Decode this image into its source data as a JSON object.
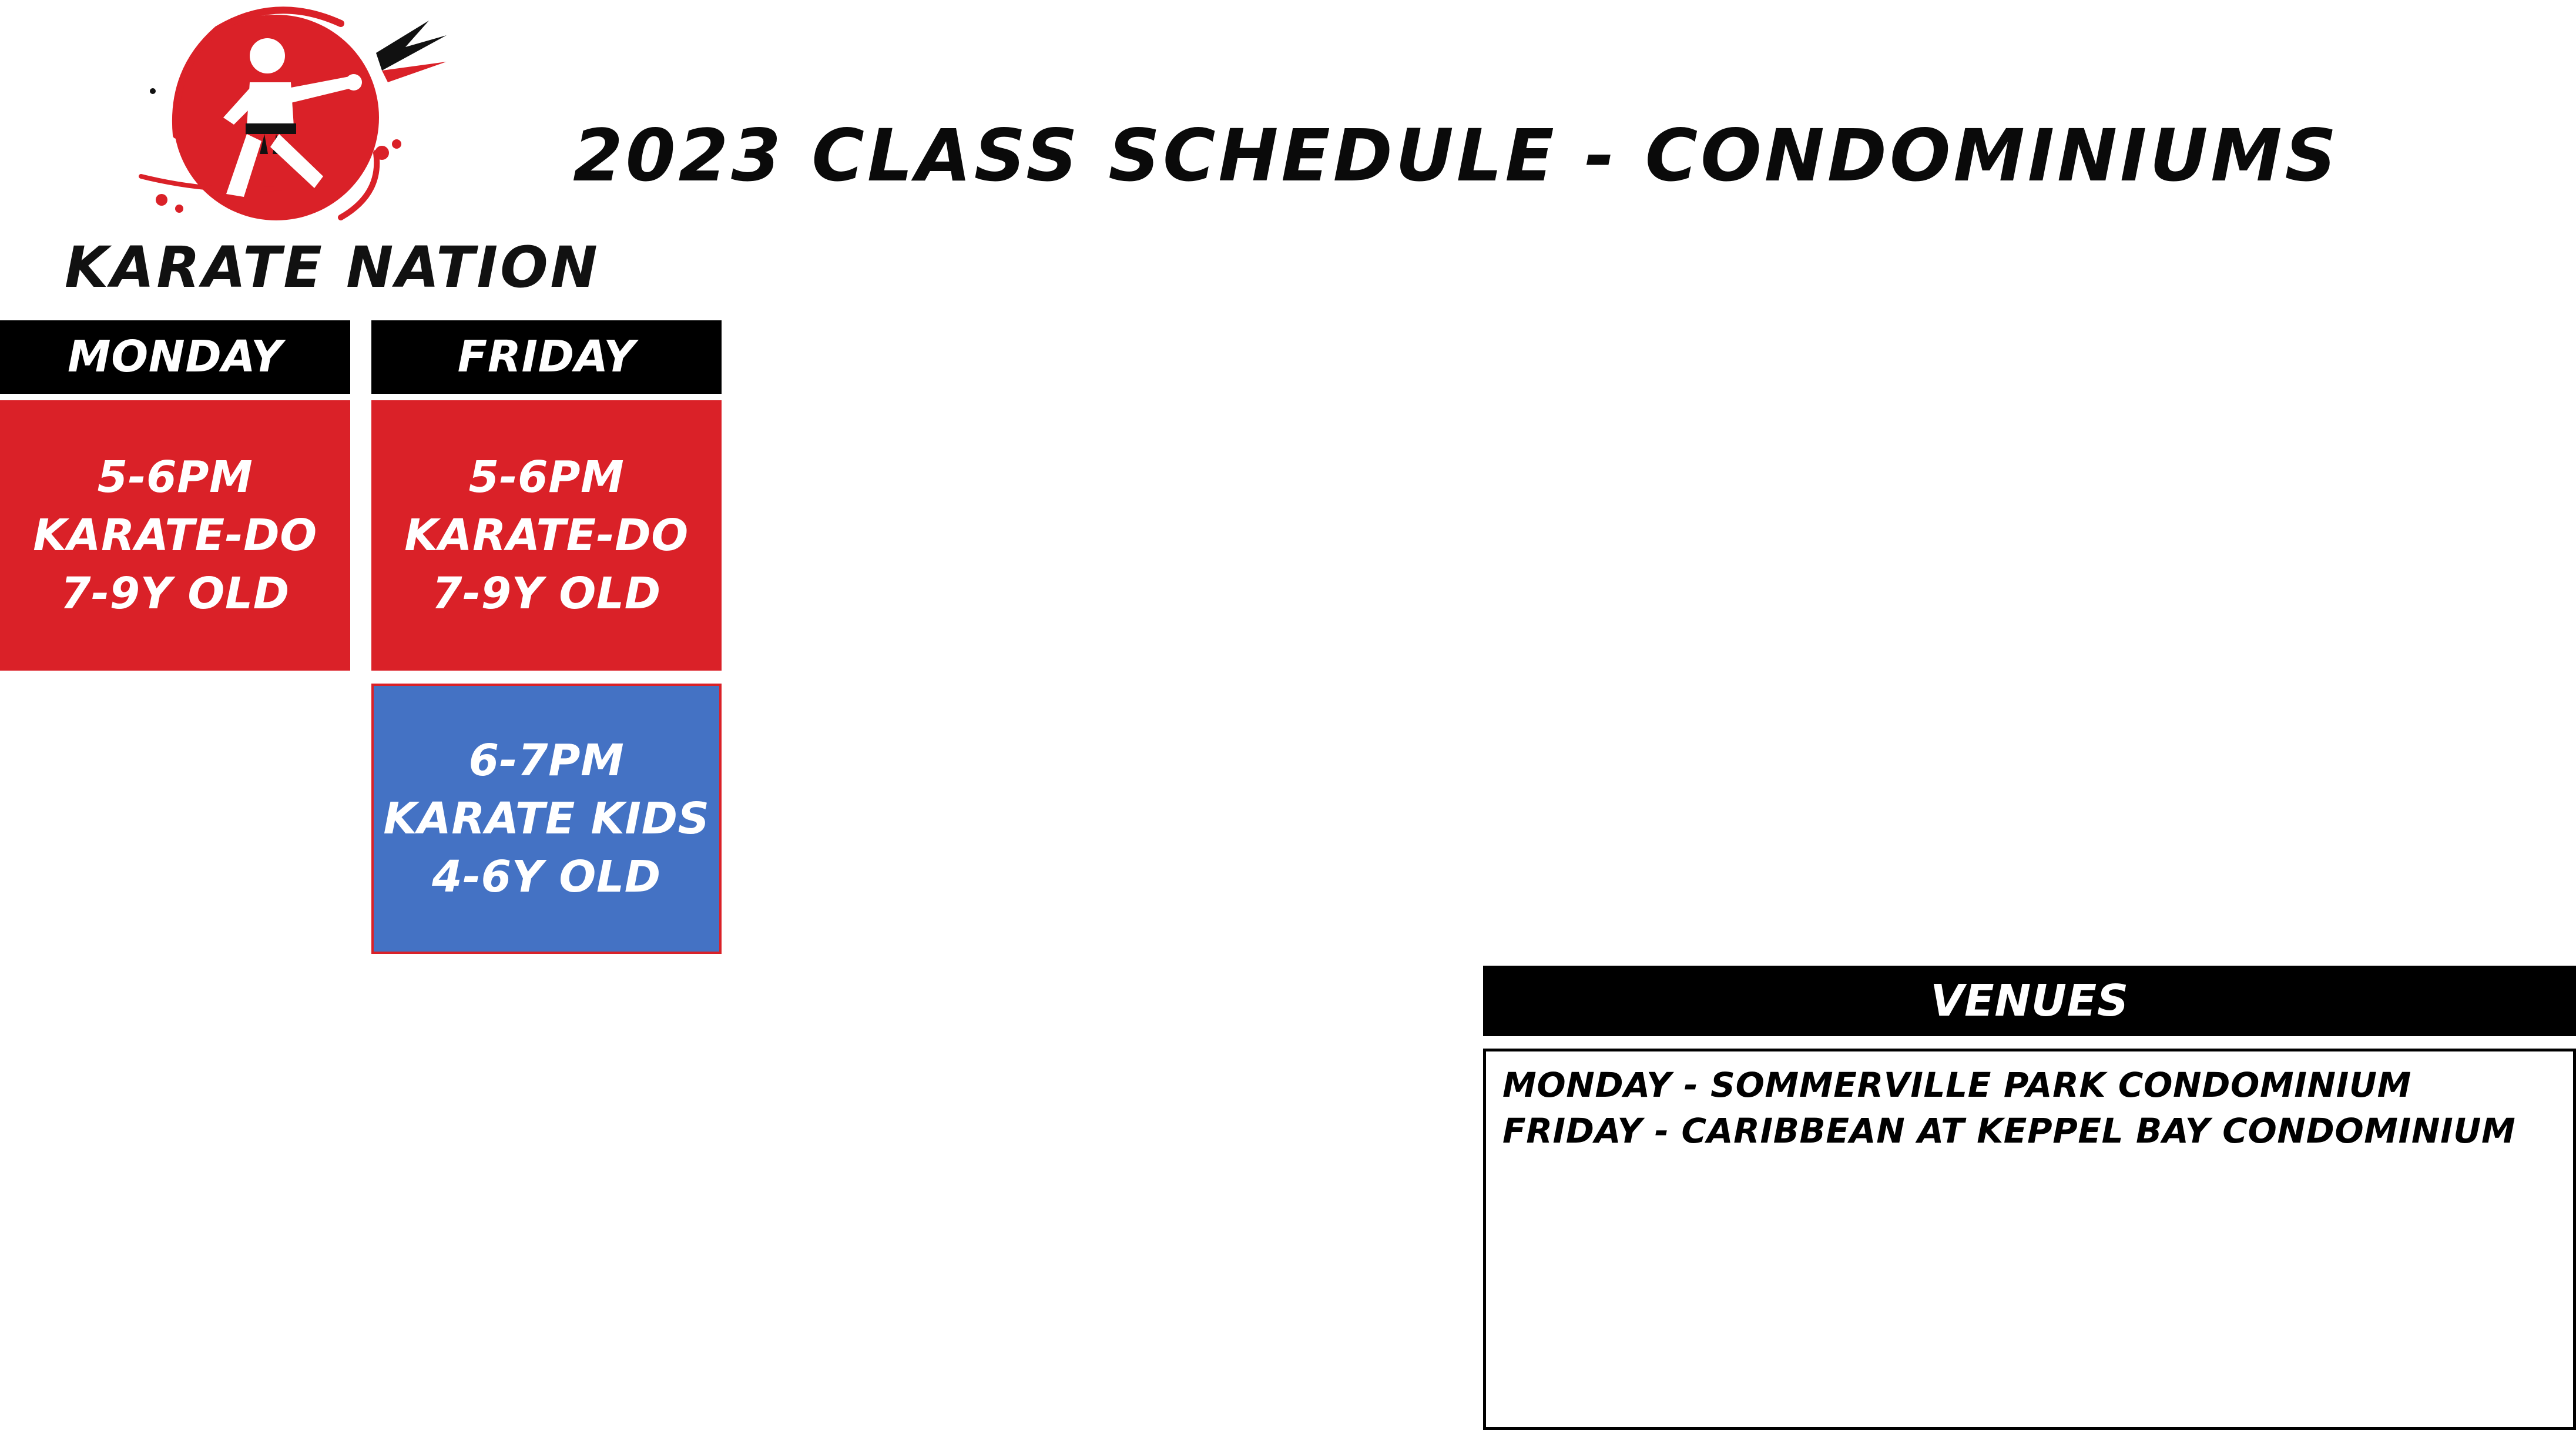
{
  "brand": {
    "name": "KARATE NATION",
    "accent": "#da2128"
  },
  "title": "2023 CLASS SCHEDULE - CONDOMINIUMS",
  "schedule": {
    "monday": {
      "label": "MONDAY",
      "slots": [
        {
          "time": "5-6PM",
          "class": "KARATE-DO",
          "age": "7-9Y OLD",
          "color": "#da2128"
        }
      ]
    },
    "friday": {
      "label": "FRIDAY",
      "slots": [
        {
          "time": "5-6PM",
          "class": "KARATE-DO",
          "age": "7-9Y OLD",
          "color": "#da2128"
        },
        {
          "time": "6-7PM",
          "class": "KARATE KIDS",
          "age": "4-6Y OLD",
          "color": "#4472c4"
        }
      ]
    }
  },
  "venues": {
    "heading": "VENUES",
    "lines": [
      "MONDAY - SOMMERVILLE PARK CONDOMINIUM",
      "FRIDAY - CARIBBEAN AT KEPPEL BAY CONDOMINIUM"
    ]
  }
}
